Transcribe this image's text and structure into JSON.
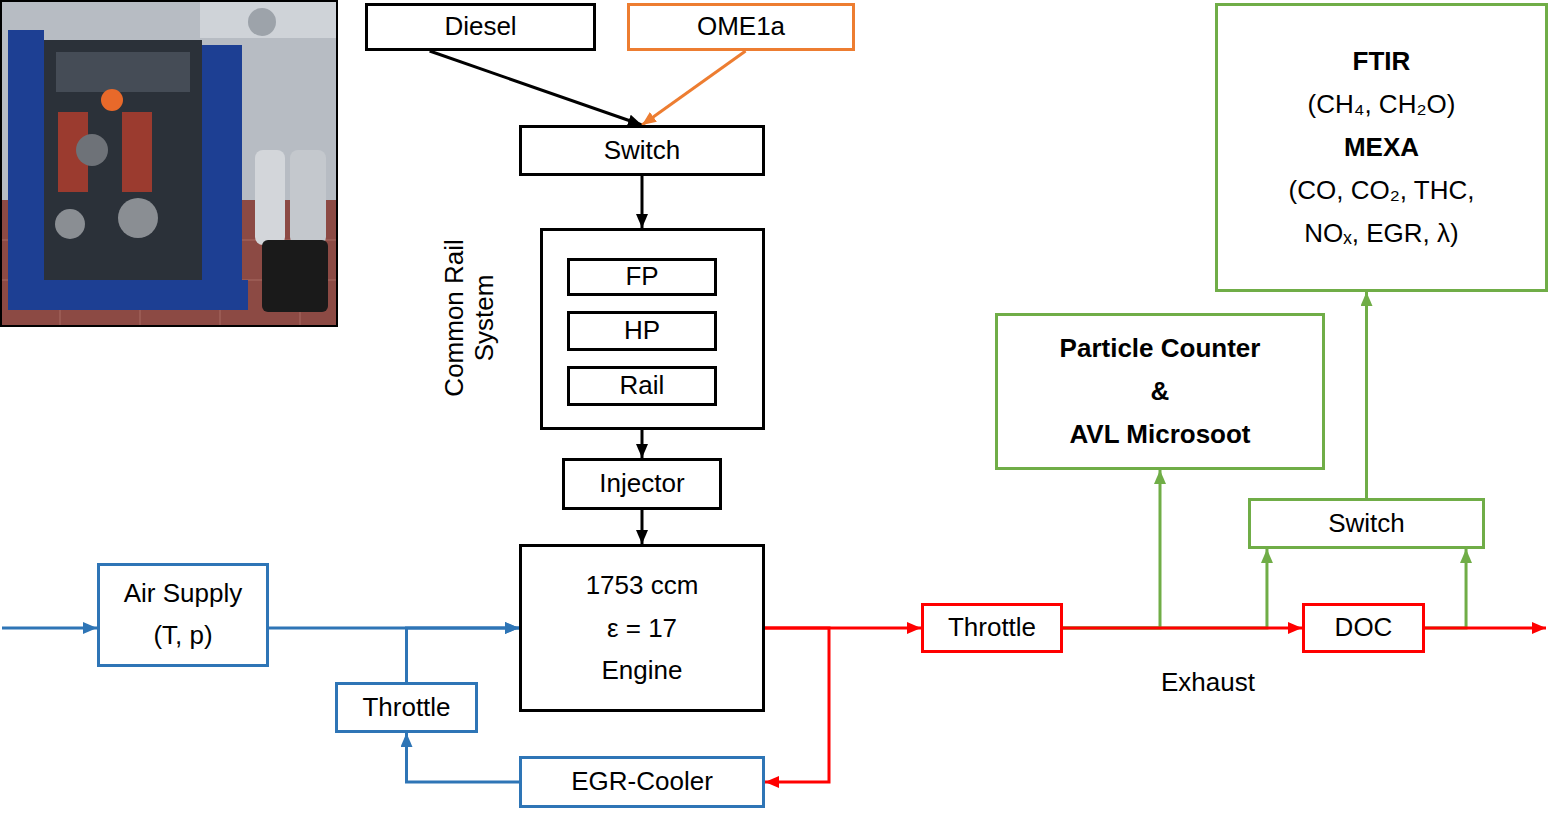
{
  "diagram": {
    "nodes": [
      {
        "text": [
          "Diesel"
        ]
      },
      {
        "text": [
          "OME1a"
        ]
      },
      {
        "text": [
          "Switch"
        ]
      },
      {
        "text": [
          "Common Rail System"
        ]
      },
      {
        "text": [
          "FP"
        ],
        "in": 3
      },
      {
        "text": [
          "HP"
        ],
        "in": 3
      },
      {
        "text": [
          "Rail"
        ],
        "in": 3
      },
      {
        "text": [
          "Injector"
        ]
      },
      {
        "text": [
          "1753 ccm",
          "ε = 17",
          "Engine"
        ]
      },
      {
        "text": [
          "Air Supply",
          "(T, p)"
        ]
      },
      {
        "text": [
          "Throttle"
        ]
      },
      {
        "text": [
          "EGR-Cooler"
        ]
      },
      {
        "text": [
          "FTIR",
          "(CH₄, CH₂O)",
          "MEXA",
          "(CO, CO₂, THC, NOₓ, EGR, λ)"
        ]
      },
      {
        "text": [
          "Particle Counter",
          "&",
          "AVL Microsoot"
        ]
      },
      {
        "text": [
          "Switch"
        ]
      },
      {
        "text": [
          "Throttle"
        ]
      },
      {
        "text": [
          "DOC"
        ]
      }
    ],
    "edges": [
      {
        "from": 0,
        "to": 2,
        "arrow": "to"
      },
      {
        "from": 1,
        "to": 2,
        "arrow": "to"
      },
      {
        "from": 2,
        "to": 3,
        "arrow": "to"
      },
      {
        "from": 3,
        "to": 4,
        "arrow": "none"
      },
      {
        "from": 4,
        "to": 5,
        "arrow": "none"
      },
      {
        "from": 5,
        "to": 6,
        "arrow": "none"
      },
      {
        "from": 6,
        "to": 7,
        "arrow": "to"
      },
      {
        "from": 7,
        "to": 8,
        "arrow": "to"
      },
      {
        "from": 9,
        "to": 8,
        "arrow": "to"
      },
      {
        "from": 10,
        "to": 8,
        "arrow": "to"
      },
      {
        "from": 11,
        "to": 10,
        "arrow": "to"
      },
      {
        "from": 8,
        "to": 15,
        "arrow": "to"
      },
      {
        "from": 8,
        "to": 11,
        "arrow": "to"
      },
      {
        "from": 15,
        "to": 16,
        "arrow": "to"
      },
      {
        "from": 15,
        "to": 13,
        "arrow": "to"
      },
      {
        "from": 15,
        "to": 14,
        "arrow": "to"
      },
      {
        "from": 16,
        "to": 14,
        "arrow": "to"
      },
      {
        "from": 14,
        "to": 12,
        "arrow": "to"
      }
    ],
    "labels": [
      "Exhaust"
    ]
  }
}
